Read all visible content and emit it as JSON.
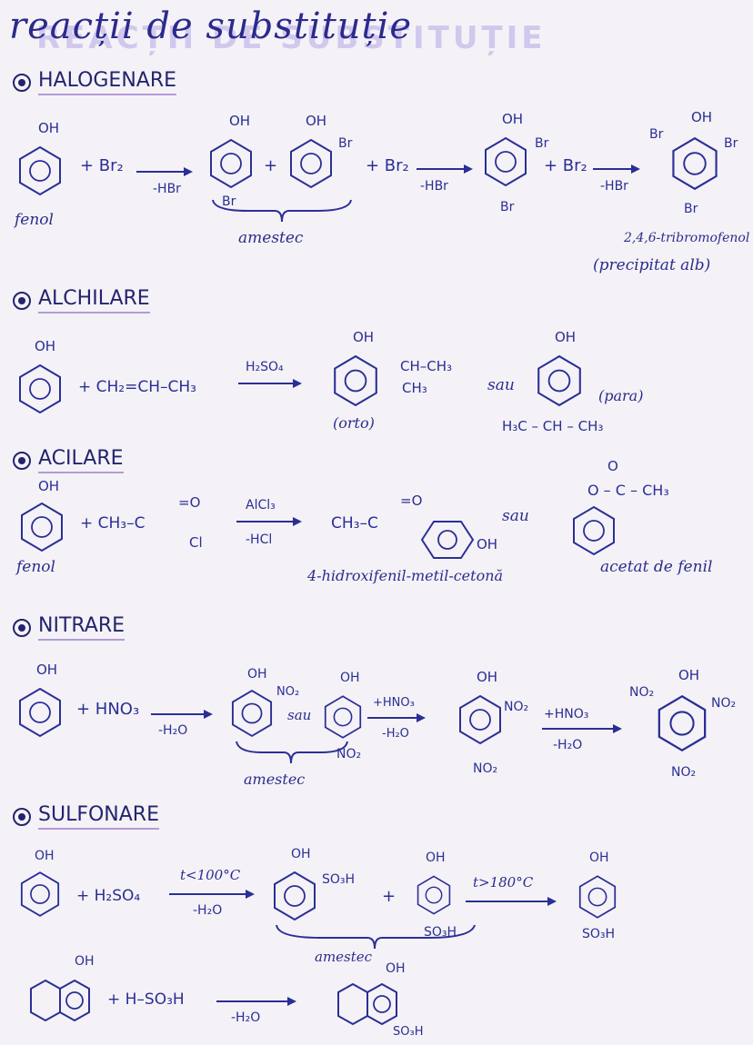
{
  "title": "reacții de substituție",
  "title_highlight": "REACȚII DE SUBSTITUȚIE",
  "sections": {
    "halogenare": {
      "heading": "HALOGENARE",
      "oh": "OH",
      "plus": "+",
      "reagent1": "+ Br₂",
      "cond1": "-HBr",
      "oh2": "OH",
      "br_para": "Br",
      "oh3": "OH",
      "br_ortho": "Br",
      "reagent2": "+ Br₂",
      "cond2": "-HBr",
      "oh4": "OH",
      "br4a": "Br",
      "br4b": "Br",
      "reagent3": "+ Br₂",
      "cond3": "-HBr",
      "oh5": "OH",
      "br5a": "Br",
      "br5b": "Br",
      "br5c": "Br",
      "label_fenol": "fenol",
      "label_amestec": "amestec",
      "product_name": "2,4,6-tribromofenol",
      "product_note": "(precipitat alb)"
    },
    "alchilare": {
      "heading": "ALCHILARE",
      "oh": "OH",
      "reagent": "+ CH₂=CH–CH₃",
      "catalyst": "H₂SO₄",
      "oh2": "OH",
      "chain_top": "CH–CH₃",
      "chain_bottom": "CH₃",
      "sau": "sau",
      "oh3": "OH",
      "para_chain": "H₃C – CH – CH₃",
      "label_orto": "(orto)",
      "label_para": "(para)"
    },
    "acilare": {
      "heading": "ACILARE",
      "oh": "OH",
      "reagent": "+ CH₃–C",
      "reagent_o": "=O",
      "reagent_cl": "Cl",
      "catalyst": "AlCl₃",
      "cond": "-HCl",
      "product_left": "CH₃–C",
      "product_o": "=O",
      "product_oh": "OH",
      "sau": "sau",
      "ester_top": "O – C – CH₃",
      "ester_o": "O",
      "label_fenol": "fenol",
      "label_product": "4-hidroxifenil-metil-cetonă",
      "label_ester": "acetat de fenil"
    },
    "nitrare": {
      "heading": "NITRARE",
      "oh": "OH",
      "reagent": "+ HNO₃",
      "cond": "-H₂O",
      "oh2": "OH",
      "no2_ortho": "NO₂",
      "sau": "sau",
      "oh3": "OH",
      "no2_para": "NO₂",
      "reagent2": "+HNO₃",
      "cond2": "-H₂O",
      "oh4": "OH",
      "no2_4a": "NO₂",
      "no2_4b": "NO₂",
      "reagent3": "+HNO₃",
      "cond3": "-H₂O",
      "oh5": "OH",
      "no2_5a": "NO₂",
      "no2_5b": "NO₂",
      "no2_5c": "NO₂",
      "label_amestec": "amestec"
    },
    "sulfonare": {
      "heading": "SULFONARE",
      "oh": "OH",
      "reagent": "+ H₂SO₄",
      "cond_top": "t<100°C",
      "cond_bottom": "-H₂O",
      "oh2": "OH",
      "so3h_ortho": "SO₃H",
      "plus": "+",
      "oh3": "OH",
      "so3h_para": "SO₃H",
      "cond2": "t>180°C",
      "oh4": "OH",
      "so3h_final": "SO₃H",
      "label_amestec": "amestec",
      "naph_oh": "OH",
      "naph_reagent": "+ H–SO₃H",
      "naph_cond": "-H₂O",
      "naph_oh2": "OH",
      "naph_so3h": "SO₃H"
    }
  }
}
